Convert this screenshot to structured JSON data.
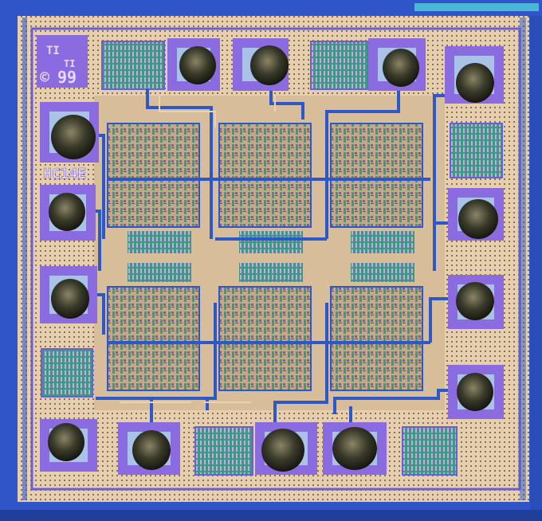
{
  "die": {
    "part_marking": "HC14E",
    "year_marking": "99",
    "copyright_symbol": "©",
    "logo": "TI logo"
  },
  "colors": {
    "frame_blue": "#2f55c8",
    "edge_cyan": "#4bb7d8",
    "substrate": "#e6cfae",
    "dot_grid": "#8a6f55",
    "metal_violet": "#8a6be0",
    "pad_inner": "#a9c3e8",
    "trace_blue": "#2e57c8",
    "cell_green": "#3c9a84",
    "bond_ball": "#2b2b1f"
  }
}
